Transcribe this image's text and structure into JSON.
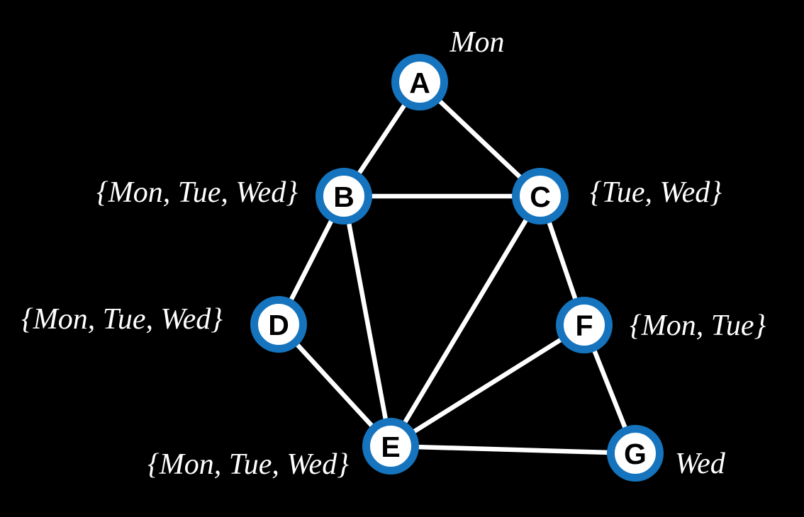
{
  "diagram": {
    "type": "constraint-satisfaction-graph",
    "background_color": "#000000",
    "node_ring_color": "#1574bd",
    "node_fill_color": "#ffffff",
    "node_letter_color": "#000000",
    "edge_color": "#ffffff",
    "label_color": "#ffffff",
    "nodes": [
      {
        "id": "A",
        "letter": "A",
        "domain": "Mon"
      },
      {
        "id": "B",
        "letter": "B",
        "domain": "{Mon, Tue, Wed}"
      },
      {
        "id": "C",
        "letter": "C",
        "domain": "{Tue, Wed}"
      },
      {
        "id": "D",
        "letter": "D",
        "domain": "{Mon, Tue, Wed}"
      },
      {
        "id": "E",
        "letter": "E",
        "domain": "{Mon, Tue, Wed}"
      },
      {
        "id": "F",
        "letter": "F",
        "domain": "{Mon, Tue}"
      },
      {
        "id": "G",
        "letter": "G",
        "domain": "Wed"
      }
    ],
    "edges": [
      [
        "A",
        "B"
      ],
      [
        "A",
        "C"
      ],
      [
        "B",
        "C"
      ],
      [
        "B",
        "D"
      ],
      [
        "B",
        "E"
      ],
      [
        "C",
        "E"
      ],
      [
        "C",
        "F"
      ],
      [
        "D",
        "E"
      ],
      [
        "E",
        "F"
      ],
      [
        "E",
        "G"
      ],
      [
        "F",
        "G"
      ]
    ]
  }
}
